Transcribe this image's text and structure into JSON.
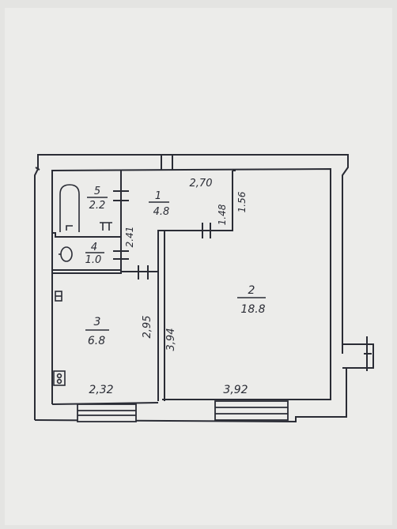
{
  "rooms": [
    {
      "number": "1",
      "area": "4.8"
    },
    {
      "number": "2",
      "area": "18.8"
    },
    {
      "number": "3",
      "area": "6.8"
    },
    {
      "number": "4",
      "area": "1.0"
    },
    {
      "number": "5",
      "area": "2.2"
    }
  ],
  "dimensions": {
    "top": "2,70",
    "hall_right": "1.48",
    "room2_top_right": "1.56",
    "bath_side": "2.41",
    "room3_right": "2,95",
    "room2_left": "3,94",
    "room3_bottom": "2,32",
    "room2_bottom": "3,92"
  },
  "colors": {
    "ink": "#2a2c35",
    "paper": "#ececea",
    "background": "#e4e4e2"
  }
}
